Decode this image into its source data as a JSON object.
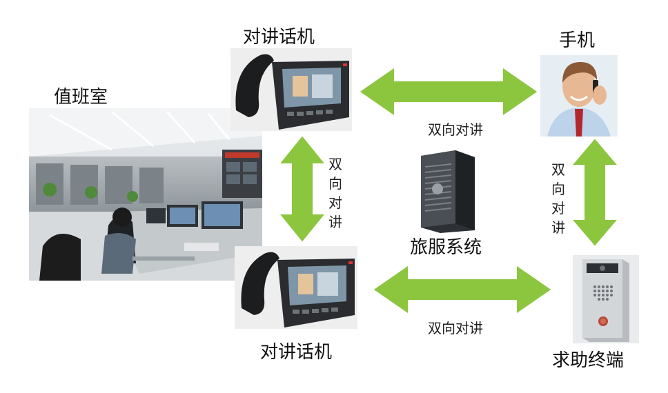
{
  "labels": {
    "duty_room": "值班室",
    "intercom_top": "对讲话机",
    "intercom_bottom": "对讲话机",
    "mobile": "手机",
    "server": "旅服系统",
    "help_terminal": "求助终端"
  },
  "links": {
    "top_horizontal": "双向对讲",
    "bottom_horizontal": "双向对讲",
    "left_vertical": [
      "双",
      "向",
      "对",
      "讲"
    ],
    "right_vertical": [
      "双",
      "向",
      "对",
      "讲"
    ]
  },
  "colors": {
    "arrow_fill": "#8cc63f",
    "arrow_stroke": "#ffffff"
  },
  "icons": {
    "duty_room": "control-room-photo",
    "intercom": "video-desk-phone",
    "mobile": "person-on-phone-photo",
    "server": "tower-server",
    "help_terminal": "emergency-intercom-panel"
  }
}
